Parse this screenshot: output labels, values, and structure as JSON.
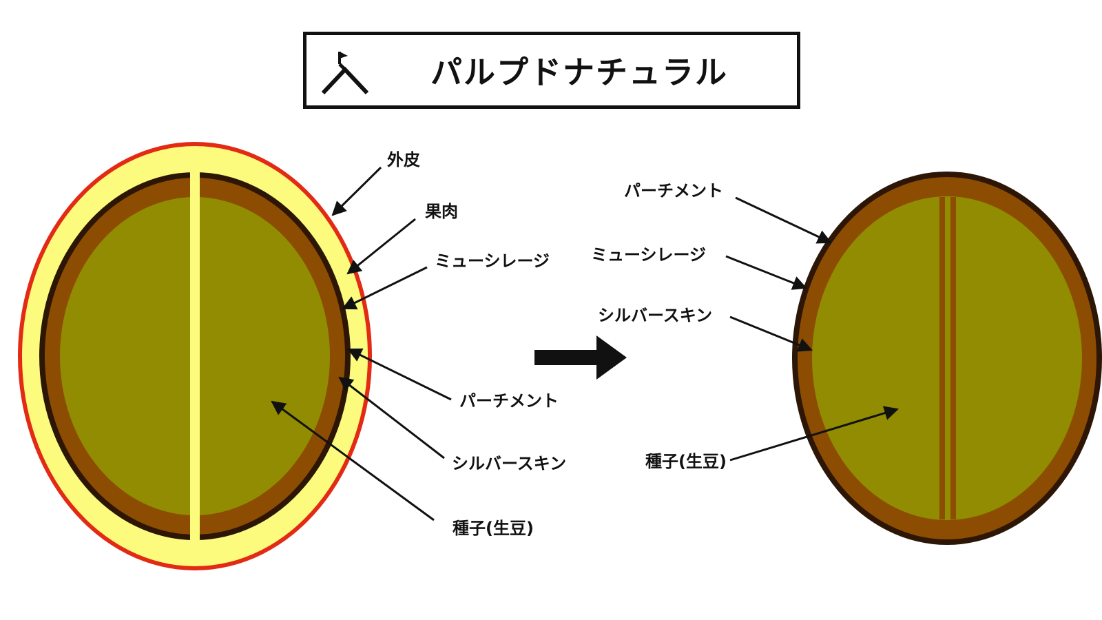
{
  "title": "パルプドナチュラル",
  "logo": {
    "icon": "tent-flag-logo-icon"
  },
  "colors": {
    "exocarp": "#e32a14",
    "pulp": "#fdfb7d",
    "mucilage": "#2d1606",
    "parchment": "#8c4c02",
    "silverskin": "#8c4c02",
    "seed": "#918c01",
    "text": "#111111"
  },
  "left_bean": {
    "labels": {
      "exocarp": "外皮",
      "pulp": "果肉",
      "mucilage": "ミューシレージ",
      "parchment": "パーチメント",
      "silverskin": "シルバースキン",
      "seed": "種子(生豆)"
    }
  },
  "process_arrow": {
    "icon": "right-arrow-icon"
  },
  "right_bean": {
    "labels": {
      "parchment": "パーチメント",
      "mucilage": "ミューシレージ",
      "silverskin": "シルバースキン",
      "seed": "種子(生豆)"
    }
  }
}
